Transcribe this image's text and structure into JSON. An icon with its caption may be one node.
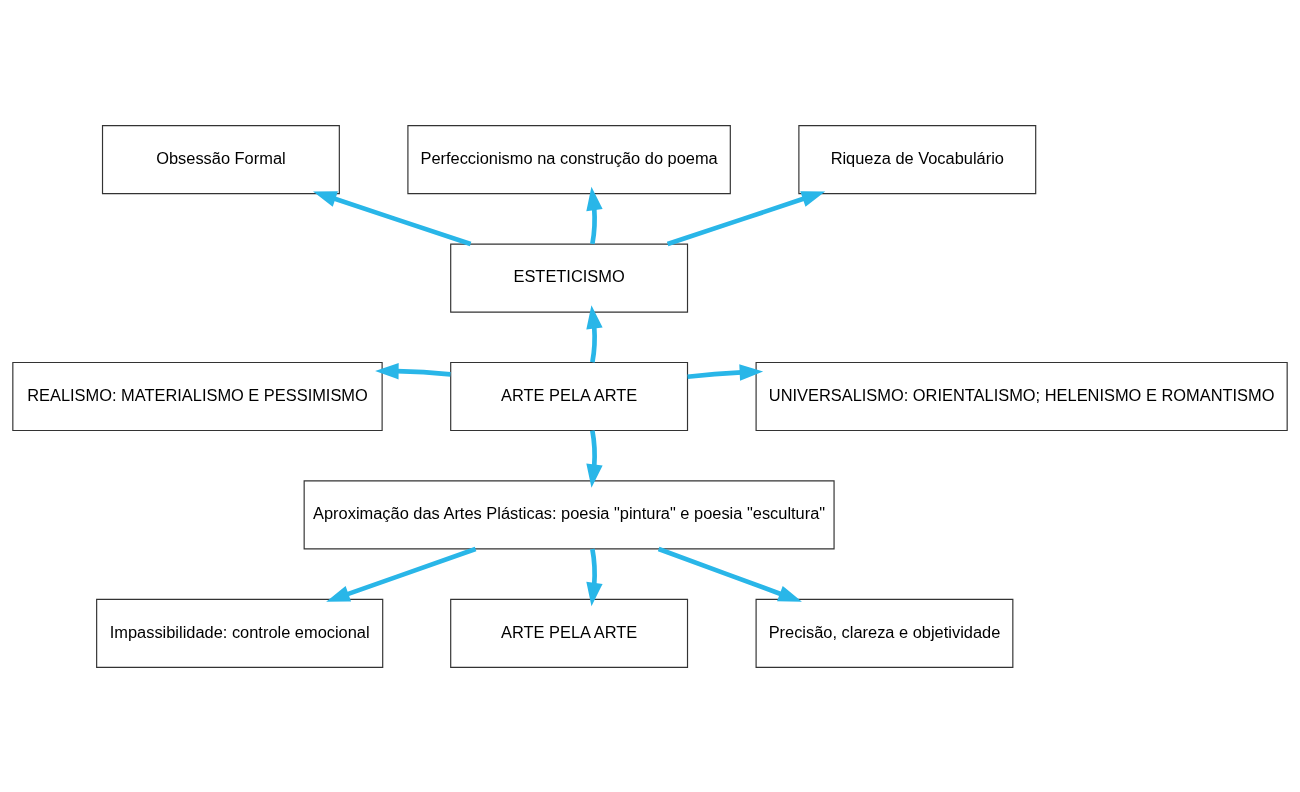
{
  "diagram": {
    "nodes": [
      {
        "text": [
          "Obsessão Formal"
        ]
      },
      {
        "text": [
          "Perfeccionismo na construção do poema"
        ]
      },
      {
        "text": [
          "Riqueza de Vocabulário"
        ]
      },
      {
        "text": [
          "ESTETICISMO"
        ]
      },
      {
        "text": [
          "REALISMO: MATERIALISMO E PESSIMISMO"
        ]
      },
      {
        "text": [
          "ARTE PELA ARTE"
        ]
      },
      {
        "text": [
          "UNIVERSALISMO: ORIENTALISMO; HELENISMO E ROMANTISMO"
        ]
      },
      {
        "text": [
          "Aproximação das Artes Plásticas: poesia \"pintura\" e poesia \"escultura\""
        ]
      },
      {
        "text": [
          "Impassibilidade: controle emocional"
        ]
      },
      {
        "text": [
          "ARTE PELA ARTE"
        ]
      },
      {
        "text": [
          "Precisão, clareza e objetividade"
        ]
      }
    ],
    "edges": [
      {
        "from": 3,
        "to": 0,
        "arrow": "to"
      },
      {
        "from": 3,
        "to": 1,
        "arrow": "to"
      },
      {
        "from": 3,
        "to": 2,
        "arrow": "to"
      },
      {
        "from": 5,
        "to": 3,
        "arrow": "to"
      },
      {
        "from": 5,
        "to": 4,
        "arrow": "to"
      },
      {
        "from": 5,
        "to": 6,
        "arrow": "to"
      },
      {
        "from": 5,
        "to": 7,
        "arrow": "to"
      },
      {
        "from": 7,
        "to": 8,
        "arrow": "to"
      },
      {
        "from": 7,
        "to": 9,
        "arrow": "to"
      },
      {
        "from": 7,
        "to": 10,
        "arrow": "to"
      }
    ]
  }
}
